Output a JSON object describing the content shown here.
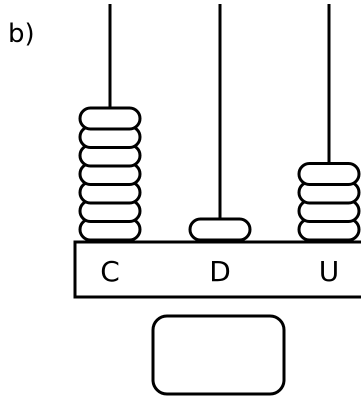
{
  "exercise_label": "b)",
  "abacus": {
    "columns": [
      {
        "label": "C",
        "bead_count": 7
      },
      {
        "label": "D",
        "bead_count": 1
      },
      {
        "label": "U",
        "bead_count": 4
      }
    ]
  },
  "answer_box": {
    "value": ""
  }
}
